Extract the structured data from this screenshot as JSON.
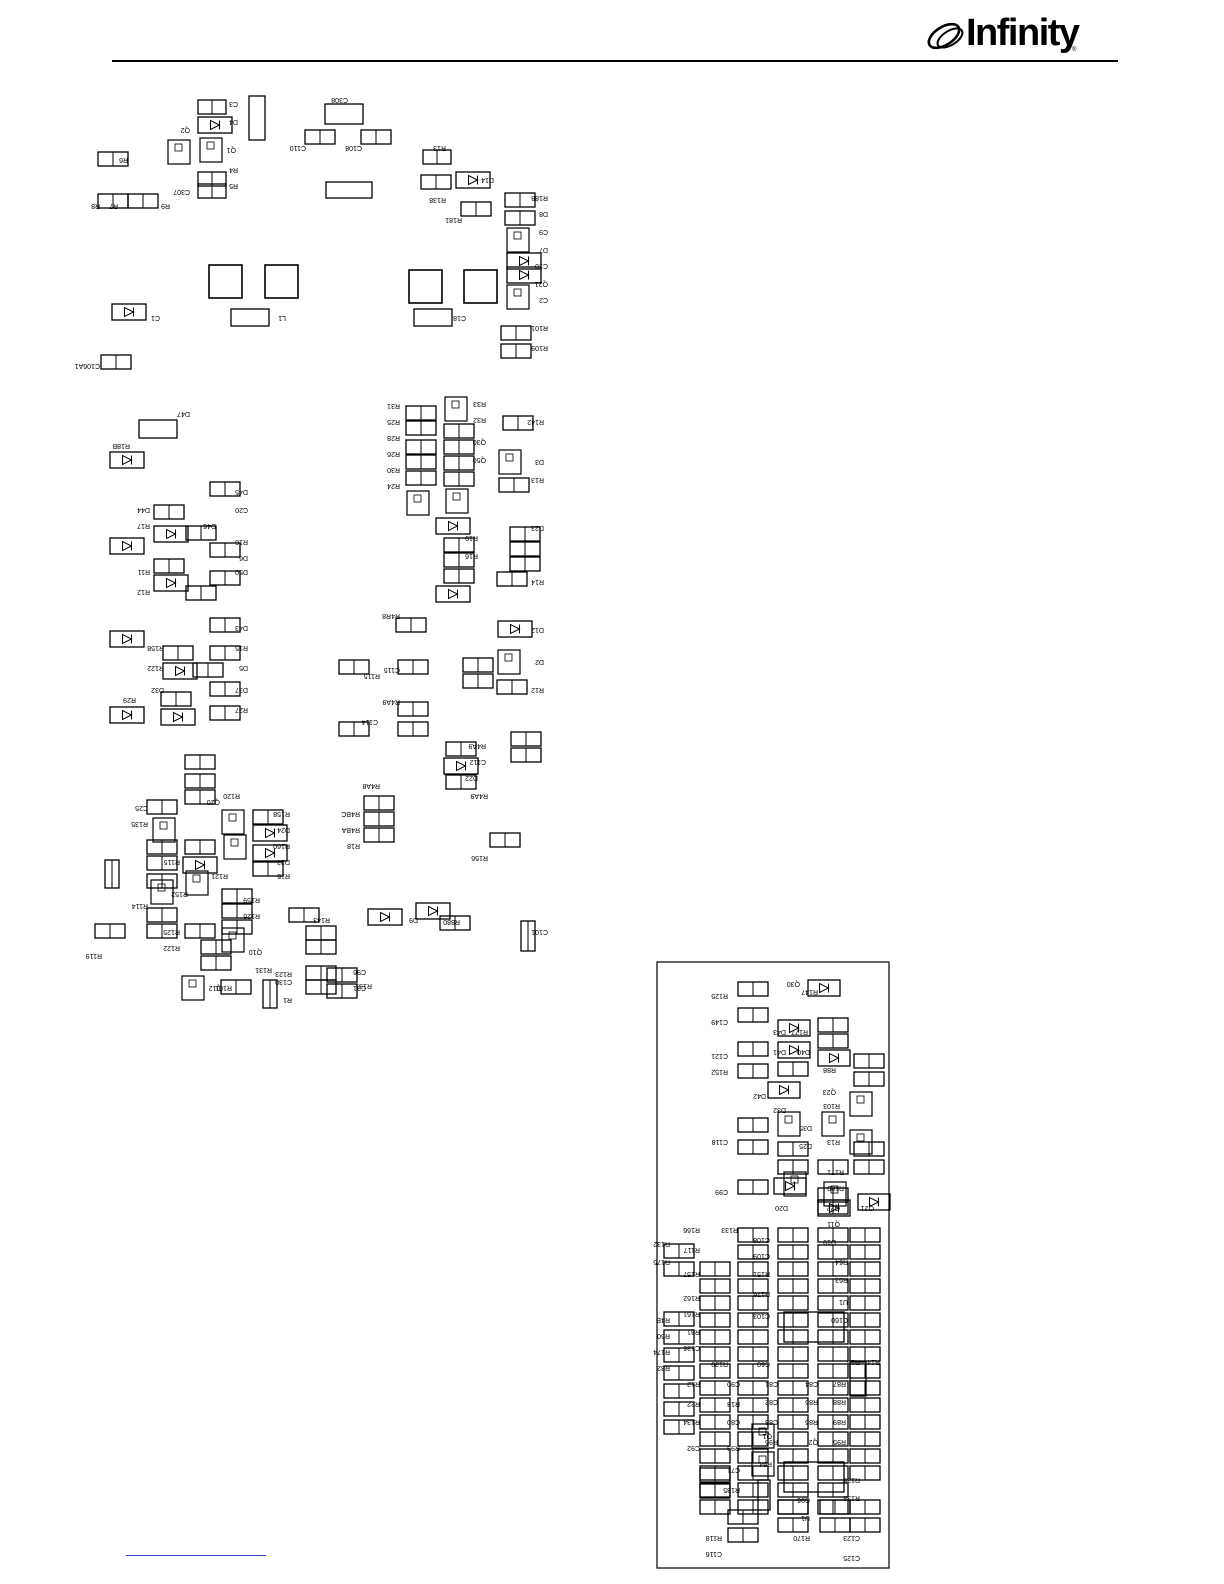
{
  "header": {
    "brand": "Infinity",
    "trademark": "®"
  },
  "board_top": {
    "labels": [
      "C3",
      "D4",
      "Q2",
      "Q1",
      "R4",
      "R5",
      "R6",
      "R7",
      "R8",
      "R9",
      "C307",
      "R13",
      "C308",
      "C110",
      "C108",
      "R138",
      "D14",
      "R181",
      "R188",
      "D8",
      "C9",
      "D7",
      "C10",
      "Q21",
      "C2",
      "C1",
      "L1",
      "C18",
      "R101",
      "R109",
      "C106A1",
      "D47",
      "R18B",
      "D45",
      "D44",
      "C20",
      "R17",
      "D46",
      "R16",
      "D6",
      "R11",
      "D50",
      "R12",
      "D43",
      "R158",
      "R15",
      "D5",
      "R122",
      "D37",
      "D32",
      "R29",
      "R27",
      "R31",
      "R25",
      "R28",
      "R26",
      "R30",
      "R24",
      "R33",
      "R32",
      "Q30",
      "Q50",
      "R142",
      "R13",
      "D23",
      "D3",
      "R14",
      "R19",
      "R16",
      "D12",
      "R4R8",
      "D2",
      "R12",
      "C115",
      "C114",
      "R4A9",
      "R4A9",
      "C112",
      "R115",
      "R143",
      "D22",
      "R4A9",
      "R4A8",
      "R4BC",
      "R4BA",
      "R18",
      "R156",
      "C25",
      "R135",
      "R120",
      "Q20",
      "R158",
      "D24",
      "R160",
      "D23",
      "R15",
      "R121",
      "R114",
      "R115",
      "R152",
      "R159",
      "R126",
      "R125",
      "R122",
      "Q10",
      "R131",
      "R101",
      "R123",
      "C130",
      "R1",
      "C96",
      "C31",
      "R131",
      "D9",
      "R880",
      "C101",
      "Q12",
      "R119"
    ]
  },
  "board_bottom": {
    "labels": [
      "R125",
      "Q30",
      "R147",
      "C149",
      "D43",
      "R177",
      "D41",
      "D40",
      "R152",
      "C121",
      "D42",
      "R88",
      "Q23",
      "D32",
      "R103",
      "D35",
      "R13",
      "D25",
      "C118",
      "R171",
      "R189",
      "C99",
      "D20",
      "Q22",
      "Q21",
      "Q11",
      "D19",
      "R166",
      "R133",
      "R132",
      "R175",
      "R117",
      "R157",
      "R162",
      "R161",
      "R4B",
      "R60",
      "R174",
      "R82",
      "R81",
      "C136",
      "C108",
      "C109",
      "R151",
      "R176",
      "C103",
      "R63",
      "R64",
      "U1",
      "C160",
      "R139",
      "C60",
      "R15",
      "R14",
      "R12",
      "C90",
      "R22",
      "R13",
      "R134",
      "C80",
      "C81",
      "C82",
      "C83",
      "C84",
      "R85",
      "R86",
      "R87",
      "R88",
      "R89",
      "R95",
      "R96",
      "Q2",
      "Q1",
      "R64",
      "C92",
      "R99",
      "C71",
      "R135",
      "R136",
      "R138",
      "C96",
      "U1",
      "R170",
      "C123",
      "C125",
      "R118",
      "C116"
    ]
  }
}
